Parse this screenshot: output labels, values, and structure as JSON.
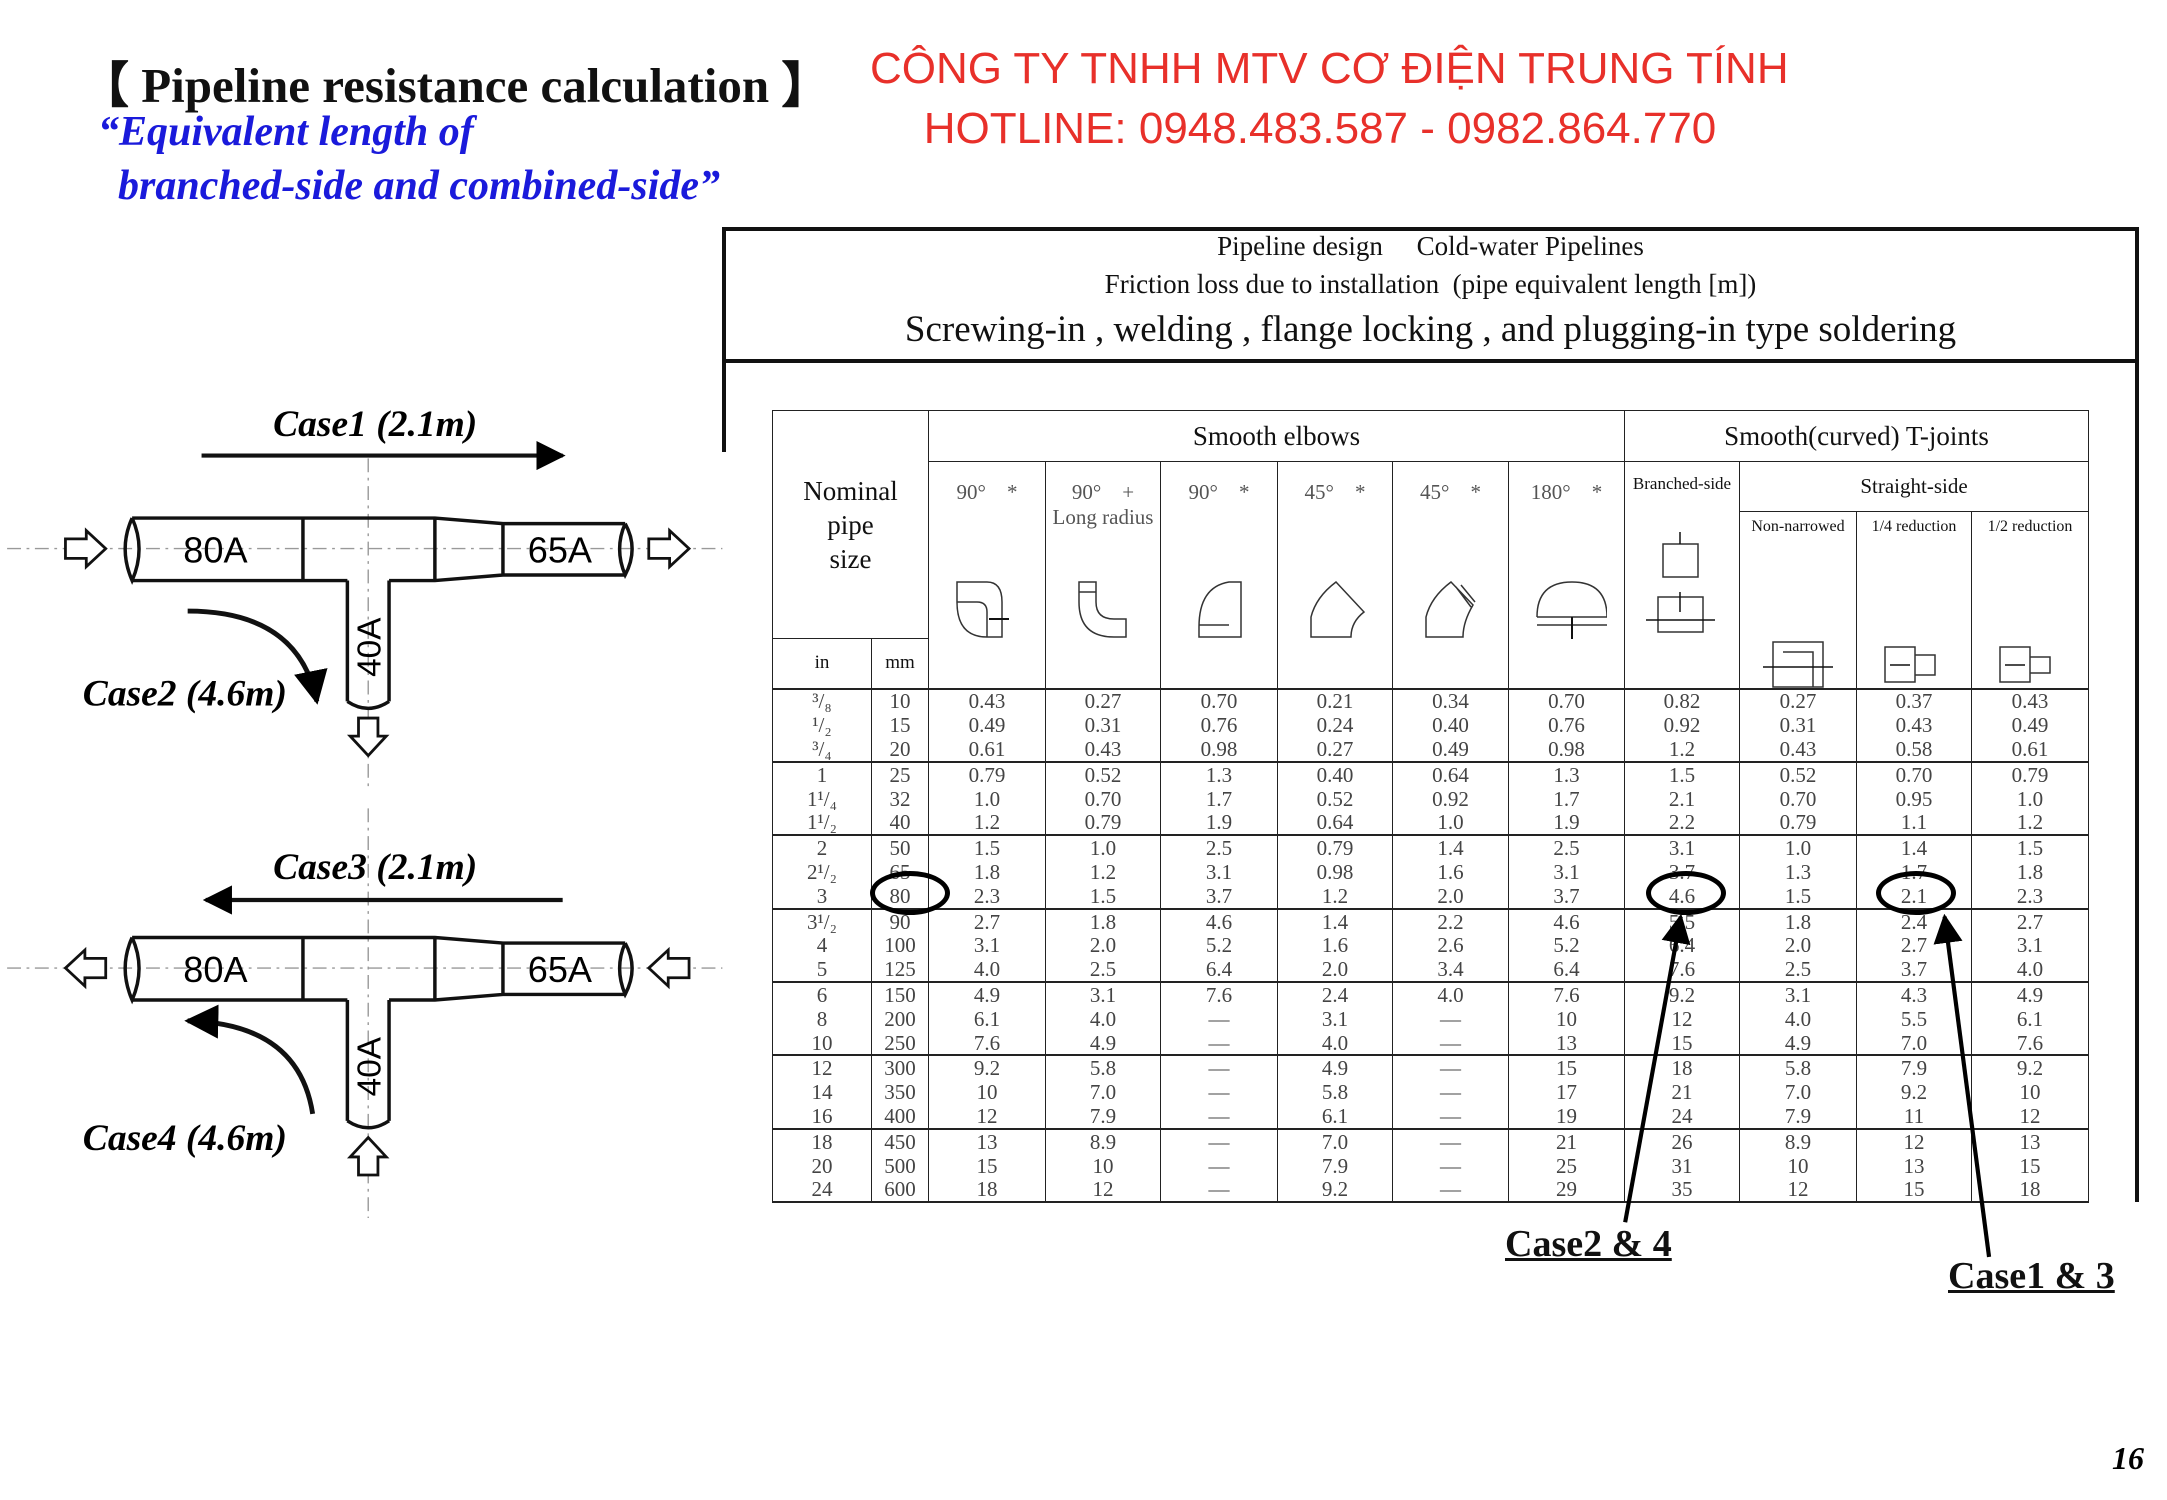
{
  "header": {
    "title": "【 Pipeline resistance calculation 】",
    "subtitle_line1": "“Equivalent length of",
    "subtitle_line2": "branched-side and combined-side”",
    "company": "CÔNG TY TNHH MTV CƠ ĐIỆN TRUNG TÍNH",
    "hotline": "HOTLINE: 0948.483.587 - 0982.864.770"
  },
  "caption": {
    "line1": "Pipeline design     Cold-water Pipelines",
    "line2": "Friction loss due to installation  (pipe equivalent length [m])",
    "line3": "Screwing-in , welding , flange locking , and plugging-in type soldering"
  },
  "table": {
    "nominal": "Nominal\npipe\nsize",
    "in": "in",
    "mm": "mm",
    "smooth_elbows": "Smooth elbows",
    "smooth_t": "Smooth(curved) T-joints",
    "elbows": [
      "90°    *",
      "90°    +\nLong radius",
      "90°    *",
      "45°    *",
      "45°    *",
      "180°    *"
    ],
    "branched": "Branched-side",
    "straight": "Straight-side",
    "straight_sub": [
      "Non-narrowed",
      "1/4 reduction",
      "1/2 reduction"
    ],
    "rows": [
      {
        "in": "³/₈",
        "mm": "10",
        "v": [
          "0.43",
          "0.27",
          "0.70",
          "0.21",
          "0.34",
          "0.70",
          "0.82",
          "0.27",
          "0.37",
          "0.43"
        ]
      },
      {
        "in": "¹/₂",
        "mm": "15",
        "v": [
          "0.49",
          "0.31",
          "0.76",
          "0.24",
          "0.40",
          "0.76",
          "0.92",
          "0.31",
          "0.43",
          "0.49"
        ]
      },
      {
        "in": "³/₄",
        "mm": "20",
        "v": [
          "0.61",
          "0.43",
          "0.98",
          "0.27",
          "0.49",
          "0.98",
          "1.2",
          "0.43",
          "0.58",
          "0.61"
        ]
      },
      {
        "in": "1",
        "mm": "25",
        "v": [
          "0.79",
          "0.52",
          "1.3",
          "0.40",
          "0.64",
          "1.3",
          "1.5",
          "0.52",
          "0.70",
          "0.79"
        ]
      },
      {
        "in": "1¹/₄",
        "mm": "32",
        "v": [
          "1.0",
          "0.70",
          "1.7",
          "0.52",
          "0.92",
          "1.7",
          "2.1",
          "0.70",
          "0.95",
          "1.0"
        ]
      },
      {
        "in": "1¹/₂",
        "mm": "40",
        "v": [
          "1.2",
          "0.79",
          "1.9",
          "0.64",
          "1.0",
          "1.9",
          "2.2",
          "0.79",
          "1.1",
          "1.2"
        ]
      },
      {
        "in": "2",
        "mm": "50",
        "v": [
          "1.5",
          "1.0",
          "2.5",
          "0.79",
          "1.4",
          "2.5",
          "3.1",
          "1.0",
          "1.4",
          "1.5"
        ]
      },
      {
        "in": "2¹/₂",
        "mm": "65",
        "v": [
          "1.8",
          "1.2",
          "3.1",
          "0.98",
          "1.6",
          "3.1",
          "3.7",
          "1.3",
          "1.7",
          "1.8"
        ]
      },
      {
        "in": "3",
        "mm": "80",
        "v": [
          "2.3",
          "1.5",
          "3.7",
          "1.2",
          "2.0",
          "3.7",
          "4.6",
          "1.5",
          "2.1",
          "2.3"
        ]
      },
      {
        "in": "3¹/₂",
        "mm": "90",
        "v": [
          "2.7",
          "1.8",
          "4.6",
          "1.4",
          "2.2",
          "4.6",
          "5.5",
          "1.8",
          "2.4",
          "2.7"
        ]
      },
      {
        "in": "4",
        "mm": "100",
        "v": [
          "3.1",
          "2.0",
          "5.2",
          "1.6",
          "2.6",
          "5.2",
          "6.4",
          "2.0",
          "2.7",
          "3.1"
        ]
      },
      {
        "in": "5",
        "mm": "125",
        "v": [
          "4.0",
          "2.5",
          "6.4",
          "2.0",
          "3.4",
          "6.4",
          "7.6",
          "2.5",
          "3.7",
          "4.0"
        ]
      },
      {
        "in": "6",
        "mm": "150",
        "v": [
          "4.9",
          "3.1",
          "7.6",
          "2.4",
          "4.0",
          "7.6",
          "9.2",
          "3.1",
          "4.3",
          "4.9"
        ]
      },
      {
        "in": "8",
        "mm": "200",
        "v": [
          "6.1",
          "4.0",
          "—",
          "3.1",
          "—",
          "10",
          "12",
          "4.0",
          "5.5",
          "6.1"
        ]
      },
      {
        "in": "10",
        "mm": "250",
        "v": [
          "7.6",
          "4.9",
          "—",
          "4.0",
          "—",
          "13",
          "15",
          "4.9",
          "7.0",
          "7.6"
        ]
      },
      {
        "in": "12",
        "mm": "300",
        "v": [
          "9.2",
          "5.8",
          "—",
          "4.9",
          "—",
          "15",
          "18",
          "5.8",
          "7.9",
          "9.2"
        ]
      },
      {
        "in": "14",
        "mm": "350",
        "v": [
          "10",
          "7.0",
          "—",
          "5.8",
          "—",
          "17",
          "21",
          "7.0",
          "9.2",
          "10"
        ]
      },
      {
        "in": "16",
        "mm": "400",
        "v": [
          "12",
          "7.9",
          "—",
          "6.1",
          "—",
          "19",
          "24",
          "7.9",
          "11",
          "12"
        ]
      },
      {
        "in": "18",
        "mm": "450",
        "v": [
          "13",
          "8.9",
          "—",
          "7.0",
          "—",
          "21",
          "26",
          "8.9",
          "12",
          "13"
        ]
      },
      {
        "in": "20",
        "mm": "500",
        "v": [
          "15",
          "10",
          "—",
          "7.9",
          "—",
          "25",
          "31",
          "10",
          "13",
          "15"
        ]
      },
      {
        "in": "24",
        "mm": "600",
        "v": [
          "18",
          "12",
          "—",
          "9.2",
          "—",
          "29",
          "35",
          "12",
          "15",
          "18"
        ]
      }
    ]
  },
  "diagrams": {
    "case1": "Case1 (2.1m)",
    "case2": "Case2 (4.6m)",
    "case3": "Case3 (2.1m)",
    "case4": "Case4 (4.6m)",
    "pipe_main": "80A",
    "pipe_reduced": "65A",
    "pipe_branch": "40A"
  },
  "annotations": {
    "case24": "Case2 & 4",
    "case13": "Case1 & 3"
  },
  "page_number": "16"
}
